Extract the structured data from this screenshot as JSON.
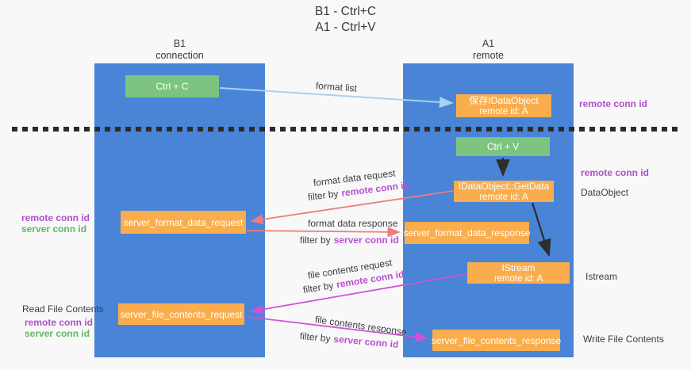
{
  "title": {
    "line1": "B1 - Ctrl+C",
    "line2": "A1 - Ctrl+V"
  },
  "columns": {
    "left": {
      "name": "B1",
      "role": "connection"
    },
    "right": {
      "name": "A1",
      "role": "remote"
    }
  },
  "boxes": {
    "ctrl_c": "Ctrl + C",
    "ctrl_v": "Ctrl + V",
    "save_dataobject": {
      "line1": "保存IDataObject",
      "line2": "remote id: A"
    },
    "getdata": {
      "line1": "IDataObject::GetData",
      "line2": "remote id: A"
    },
    "istream": {
      "line1": "IStream",
      "line2": "remote id: A"
    },
    "server_format_data_request": "server_format_data_request",
    "server_format_data_response": "server_format_data_response",
    "server_file_contents_request": "server_file_contents_request",
    "server_file_contents_response": "server_file_contents_response"
  },
  "arrow_labels": {
    "format_list": "format list",
    "format_data_request": "format data request",
    "format_data_response": "format data response",
    "file_contents_request": "file contents request",
    "file_contents_response": "file contents response",
    "filter_by": "filter by"
  },
  "shared": {
    "remote_conn_id": "remote conn id",
    "server_conn_id": "server conn id"
  },
  "side_labels": {
    "dataobject": "DataObject",
    "istream": "Istream",
    "read_file_contents": "Read File Contents",
    "write_file_contents": "Write File Contents"
  },
  "colors": {
    "column_blue": "#4a84d7",
    "box_orange": "#f9ad4d",
    "box_green": "#7cc47f",
    "arrow_format": "#ef7b7b",
    "arrow_file": "#cf54d4",
    "arrow_format_list": "#a9d2ef",
    "arrow_black": "#2e2e2e",
    "text_purple": "#b04fc8",
    "text_green": "#63b663",
    "background": "#f8f8f8"
  }
}
